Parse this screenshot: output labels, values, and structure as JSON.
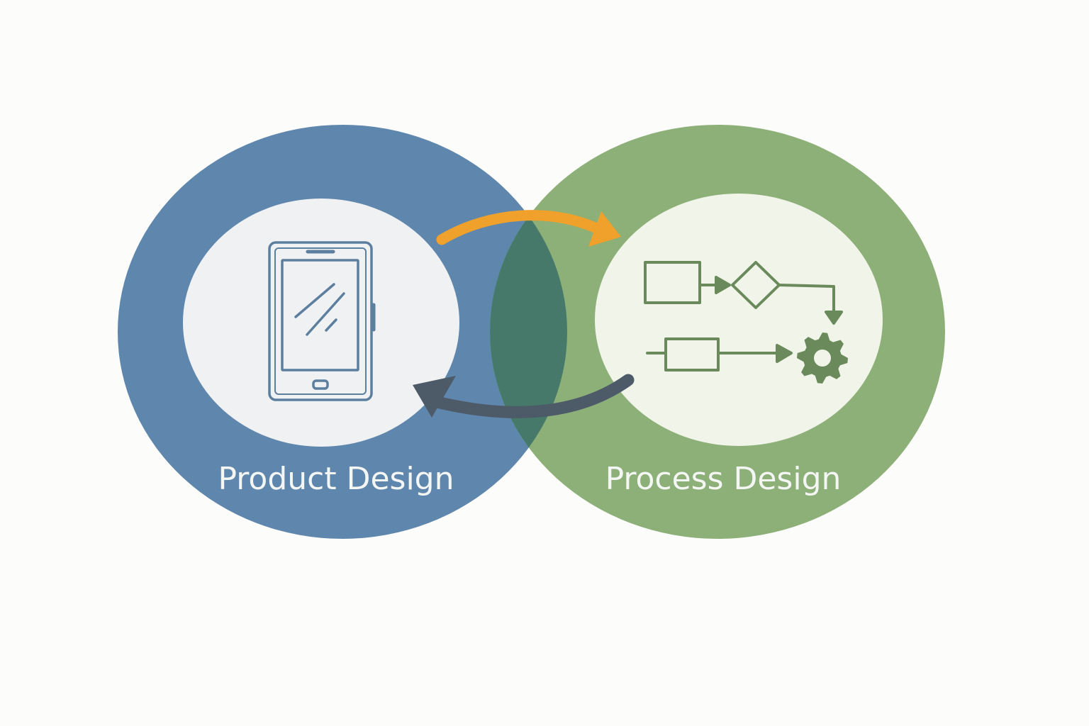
{
  "diagram": {
    "left_circle": {
      "label": "Product Design",
      "icon": "tablet-icon",
      "color": "#5f87ad",
      "inner_color": "#f0f1f3",
      "icon_color": "#5d7f9f"
    },
    "right_circle": {
      "label": "Process Design",
      "icon": "process-flowchart-icon",
      "color": "#8daf78",
      "inner_color": "#f1f4e8",
      "icon_color": "#6a8a5c"
    },
    "overlap_color": "#46796a",
    "arrows": [
      {
        "direction": "product-to-process",
        "color": "#f0a12c"
      },
      {
        "direction": "process-to-product",
        "color": "#4d5b69"
      }
    ]
  }
}
